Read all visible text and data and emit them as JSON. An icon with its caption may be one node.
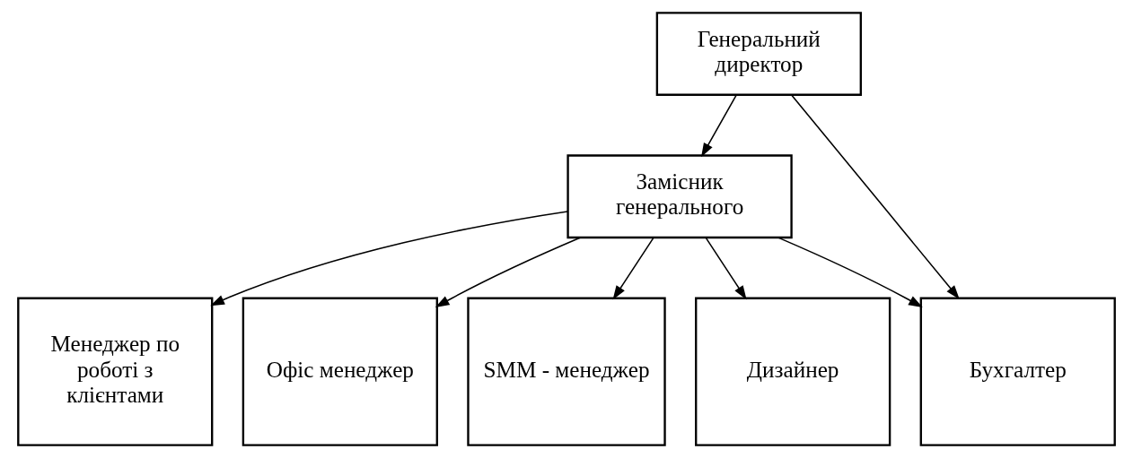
{
  "diagram": {
    "nodes": [
      {
        "text": [
          "Генеральний директор"
        ]
      },
      {
        "text": [
          "Замісник генерального"
        ]
      },
      {
        "text": [
          "Менеджер по роботі з клієнтами"
        ]
      },
      {
        "text": [
          "Офіс менеджер"
        ]
      },
      {
        "text": [
          "SMM - менеджер"
        ]
      },
      {
        "text": [
          "Дизайнер"
        ]
      },
      {
        "text": [
          "Бухгалтер"
        ]
      }
    ],
    "edges": [
      {
        "from": 0,
        "to": 1,
        "arrow": "to"
      },
      {
        "from": 0,
        "to": 6,
        "arrow": "to"
      },
      {
        "from": 1,
        "to": 2,
        "arrow": "to"
      },
      {
        "from": 1,
        "to": 3,
        "arrow": "to"
      },
      {
        "from": 1,
        "to": 4,
        "arrow": "to"
      },
      {
        "from": 1,
        "to": 5,
        "arrow": "to"
      },
      {
        "from": 1,
        "to": 6,
        "arrow": "to"
      }
    ]
  }
}
